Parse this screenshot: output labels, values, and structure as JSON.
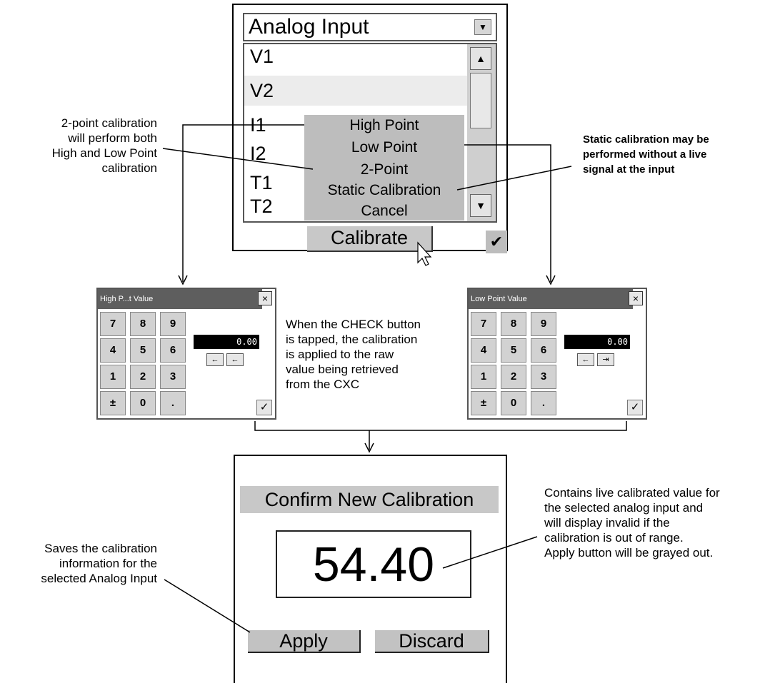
{
  "selector": {
    "dropdown_value": "Analog Input",
    "list_items": [
      "V1",
      "V2",
      "I1",
      "I2",
      "T1",
      "T2"
    ],
    "selected_item": "V2"
  },
  "context_menu": {
    "items": [
      "High Point",
      "Low Point",
      "2-Point",
      "Static Calibration",
      "Cancel"
    ]
  },
  "calibrate_button": "Calibrate",
  "high_keypad": {
    "title": "High P...t Value",
    "keys": [
      "7",
      "8",
      "9",
      "4",
      "5",
      "6",
      "1",
      "2",
      "3",
      "±",
      "0",
      "."
    ],
    "display": "0.00",
    "close": "×"
  },
  "low_keypad": {
    "title": "Low Point Value",
    "keys": [
      "7",
      "8",
      "9",
      "4",
      "5",
      "6",
      "1",
      "2",
      "3",
      "±",
      "0",
      "."
    ],
    "display": "0.00",
    "close": "×"
  },
  "confirm": {
    "title": "Confirm New Calibration",
    "value": "54.40",
    "apply": "Apply",
    "discard": "Discard"
  },
  "annotations": {
    "two_point": [
      "2-point calibration",
      "will perform both",
      "High and Low Point",
      "calibration"
    ],
    "static": [
      "Static calibration may be",
      "performed without a live",
      "signal at the input"
    ],
    "check_button": [
      "When the CHECK button",
      "is tapped, the calibration",
      "is applied to the raw",
      "value being retrieved",
      "from the CXC"
    ],
    "live_value": [
      "Contains live calibrated value for",
      "the selected analog input and",
      "will display invalid if the",
      "calibration is out of range.",
      "Apply button will be grayed out."
    ],
    "saves": [
      "Saves the calibration",
      "information for the",
      "selected Analog Input"
    ]
  }
}
